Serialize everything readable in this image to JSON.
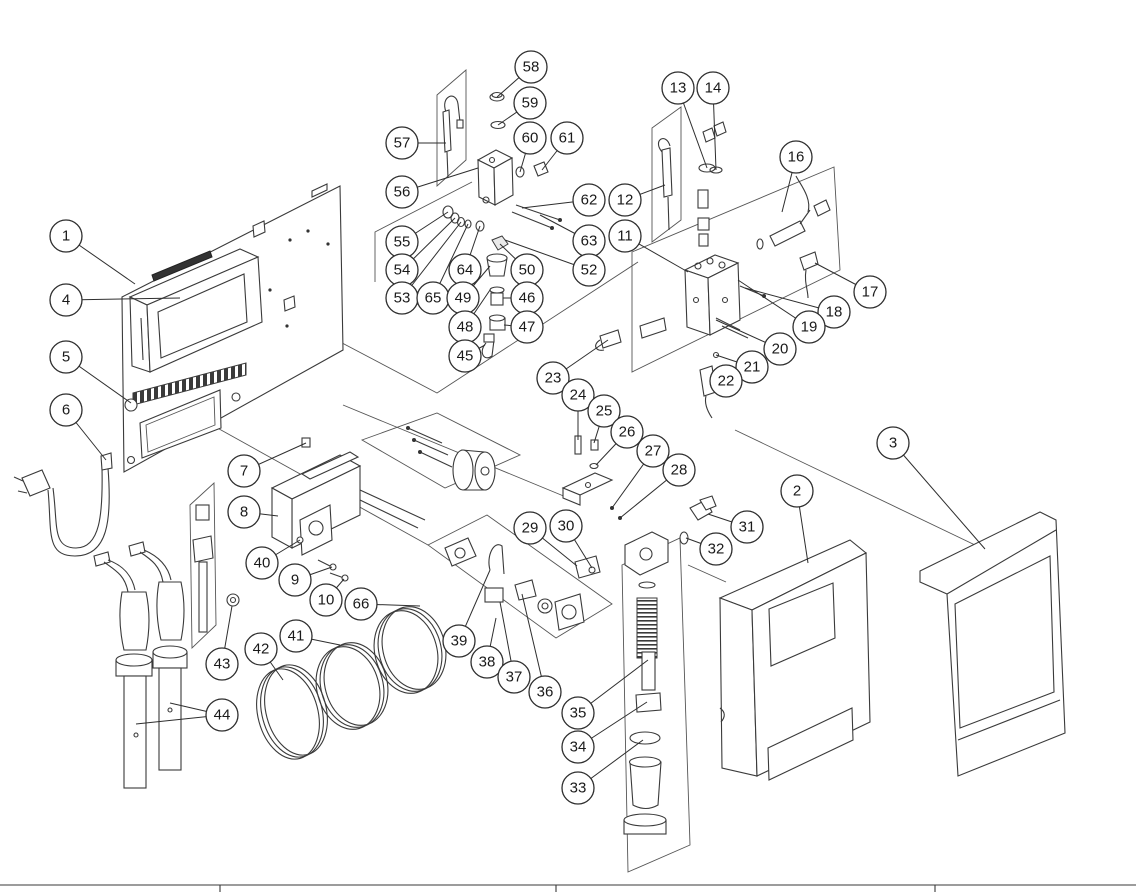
{
  "diagram": {
    "colors": {
      "line": "#3a3a3a",
      "background": "#ffffff"
    },
    "callouts": {
      "n1": "1",
      "n2": "2",
      "n3": "3",
      "n4": "4",
      "n5": "5",
      "n6": "6",
      "n7": "7",
      "n8": "8",
      "n9": "9",
      "n10": "10",
      "n11": "11",
      "n12": "12",
      "n13": "13",
      "n14": "14",
      "n16": "16",
      "n17": "17",
      "n18": "18",
      "n19": "19",
      "n20": "20",
      "n21": "21",
      "n22": "22",
      "n23": "23",
      "n24": "24",
      "n25": "25",
      "n26": "26",
      "n27": "27",
      "n28": "28",
      "n29": "29",
      "n30": "30",
      "n31": "31",
      "n32": "32",
      "n33": "33",
      "n34": "34",
      "n35": "35",
      "n36": "36",
      "n37": "37",
      "n38": "38",
      "n39": "39",
      "n40": "40",
      "n41": "41",
      "n42": "42",
      "n43": "43",
      "n44": "44",
      "n45": "45",
      "n46": "46",
      "n47": "47",
      "n48": "48",
      "n49": "49",
      "n50": "50",
      "n52": "52",
      "n53": "53",
      "n54": "54",
      "n55": "55",
      "n56": "56",
      "n57": "57",
      "n58": "58",
      "n59": "59",
      "n60": "60",
      "n61": "61",
      "n62": "62",
      "n63": "63",
      "n64": "64",
      "n65": "65",
      "n66": "66"
    }
  }
}
